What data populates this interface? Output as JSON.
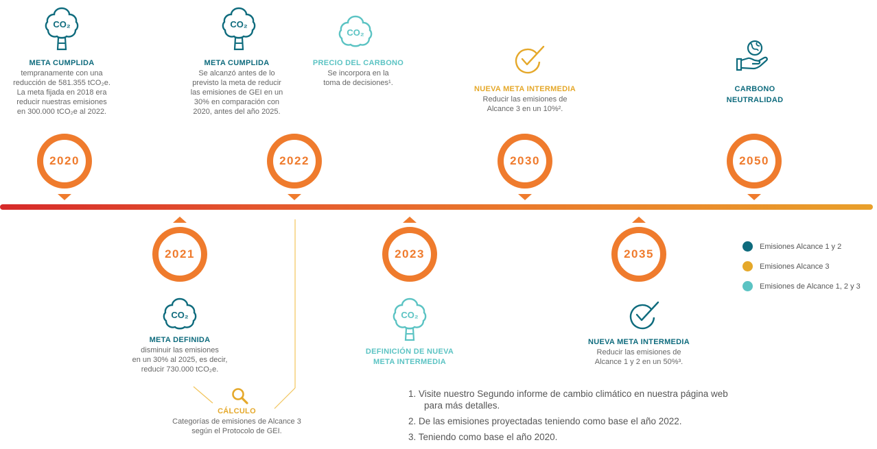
{
  "milestones": {
    "m2020": {
      "year": "2020",
      "title": "META CUMPLIDA",
      "lines": [
        "tempranamente con una",
        "reducción de 581.355 tCO₂e.",
        "La meta fijada en 2018 era",
        "reducir nuestras emisiones",
        "en 300.000 tCO₂e al 2022."
      ]
    },
    "m2022": {
      "year": "2022",
      "title": "META CUMPLIDA",
      "lines": [
        "Se alcanzó antes de lo",
        "previsto la meta de reducir",
        "las emisiones de GEI en un",
        "30% en comparación con",
        "2020, antes del año 2025."
      ]
    },
    "precio": {
      "title": "PRECIO DEL CARBONO",
      "lines": [
        "Se incorpora en la",
        "toma de decisiones¹."
      ]
    },
    "m2030": {
      "year": "2030",
      "title": "NUEVA META INTERMEDIA",
      "lines": [
        "Reducir las emisiones de",
        "Alcance 3 en un 10%²."
      ]
    },
    "m2050": {
      "year": "2050",
      "lines": [
        "CARBONO",
        "NEUTRALIDAD"
      ]
    },
    "m2021": {
      "year": "2021",
      "title": "META DEFINIDA",
      "lines": [
        "disminuir las emisiones",
        "en un 30% al 2025, es decir,",
        "reducir 730.000 tCO₂e."
      ]
    },
    "calculo": {
      "title": "CÁLCULO",
      "lines": [
        "Categorías de emisiones de Alcance 3",
        "según el Protocolo de GEI."
      ]
    },
    "m2023": {
      "year": "2023",
      "lines": [
        "DEFINICIÓN DE NUEVA",
        "META INTERMEDIA"
      ]
    },
    "m2035": {
      "year": "2035",
      "title": "NUEVA META INTERMEDIA",
      "lines": [
        "Reducir las emisiones de",
        "Alcance 1 y 2 en un 50%³."
      ]
    }
  },
  "icons": {
    "co2": "CO₂",
    "names": [
      "co2-tree-icon",
      "magnifier-icon",
      "checkmark-circle-icon",
      "globe-in-hand-icon"
    ]
  },
  "legend": [
    {
      "label": "Emisiones Alcance 1 y 2",
      "color": "#0e6b7d"
    },
    {
      "label": "Emisiones Alcance 3",
      "color": "#e5a82a"
    },
    {
      "label": "Emisiones de Alcance 1, 2 y 3",
      "color": "#5bc3c3"
    }
  ],
  "footnotes": [
    [
      "1.  Visite nuestro Segundo informe de cambio climático en nuestra página web",
      "para más detalles."
    ],
    [
      "2.  De las emisiones proyectadas teniendo como base el año 2022."
    ],
    [
      "3.  Teniendo como base el año 2020."
    ]
  ],
  "colors": {
    "marker": "#ef7b2d",
    "line_start": "#d62a2a",
    "line_end": "#e9a02b",
    "connector": "#f2c45a"
  }
}
